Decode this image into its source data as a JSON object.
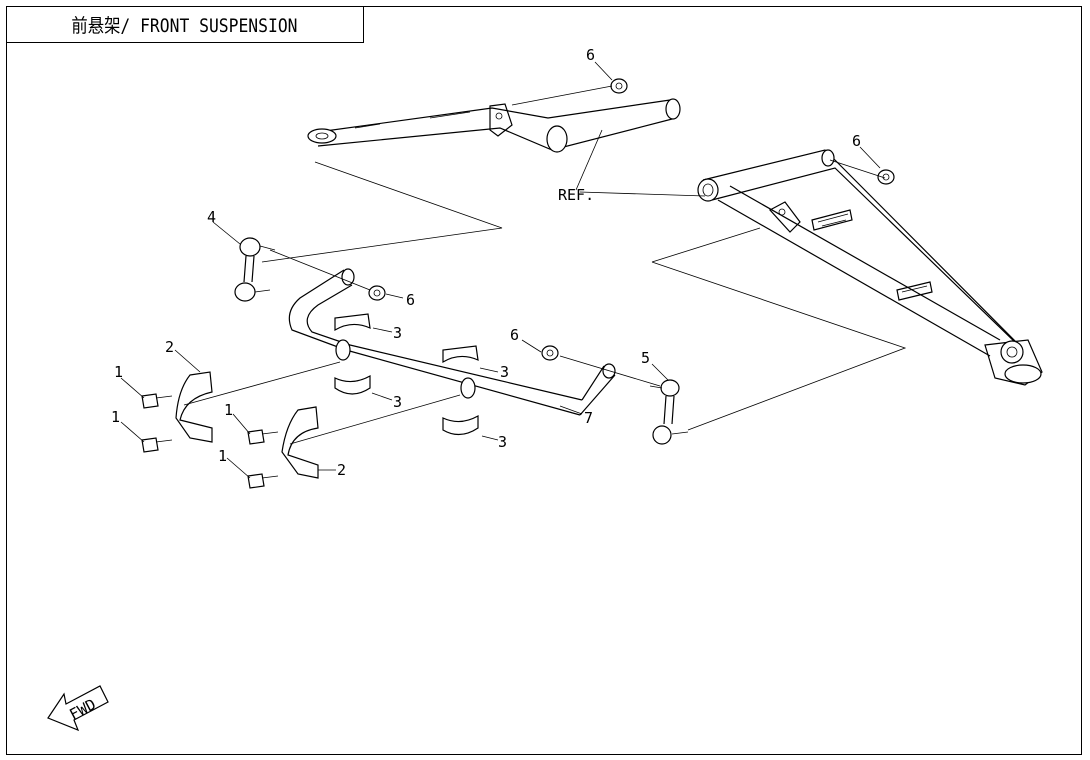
{
  "title": "前悬架/ FRONT SUSPENSION",
  "fwd_label": "FWD",
  "callouts": {
    "n1a": "1",
    "n1b": "1",
    "n1c": "1",
    "n1d": "1",
    "n2a": "2",
    "n2b": "2",
    "n3a": "3",
    "n3b": "3",
    "n3c": "3",
    "n3d": "3",
    "n4": "4",
    "n5": "5",
    "n6a": "6",
    "n6b": "6",
    "n6c": "6",
    "n6d": "6",
    "n7": "7",
    "ref": "REF."
  }
}
